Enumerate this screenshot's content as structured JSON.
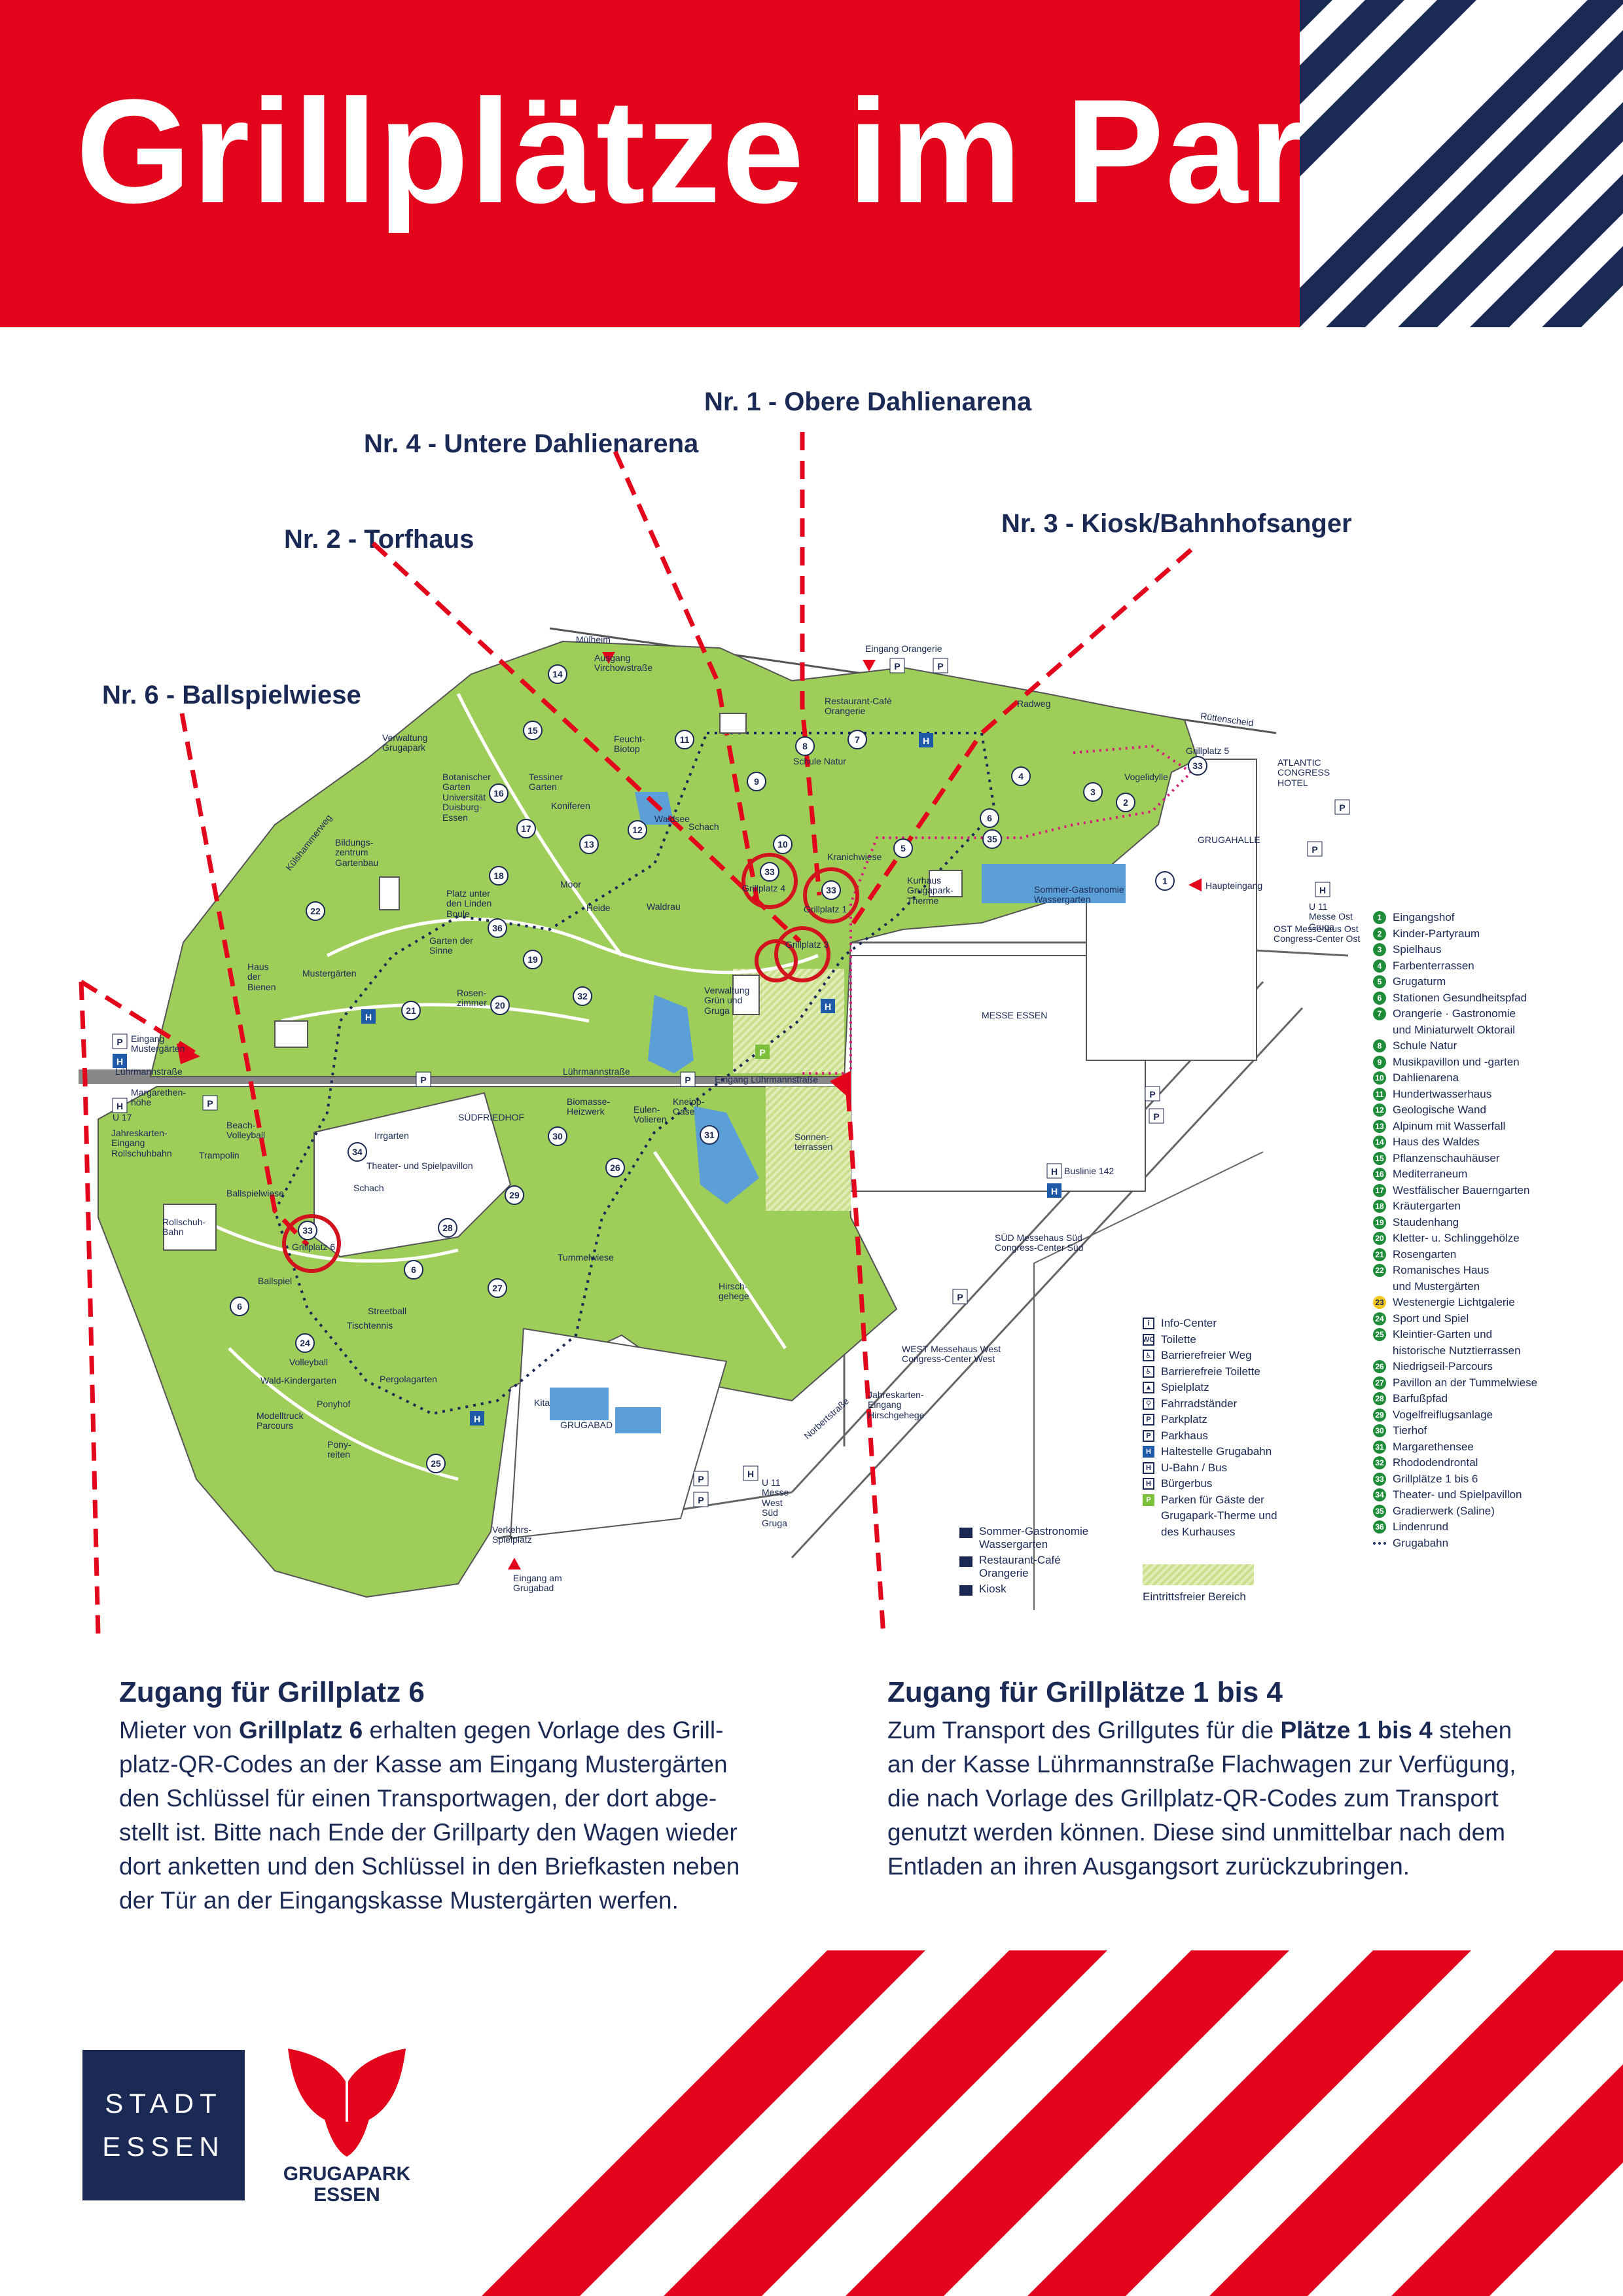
{
  "header": {
    "title": "Grillplätze im Park"
  },
  "callouts": {
    "nr1": "Nr. 1 - Obere Dahlienarena",
    "nr4": "Nr. 4 - Untere Dahlienarena",
    "nr2": "Nr. 2 - Torfhaus",
    "nr3": "Nr. 3 - Kiosk/Bahnhofsanger",
    "nr6": "Nr. 6 - Ballspielwiese"
  },
  "map_labels": {
    "muelheim": "Mülheim",
    "ausgang_virchow": "Ausgang Virchowstraße",
    "eingang_orangerie": "Eingang Orangerie",
    "restaurant_cafe": "Restaurant-Café Orangerie",
    "radweg": "Radweg",
    "ruettenscheid": "Rüttenscheid",
    "atlantic": "ATLANTIC CONGRESS HOTEL",
    "grugahalle": "GRUGAHALLE",
    "haupteingang": "Haupteingang",
    "messe_essen": "MESSE ESSEN",
    "verwaltung": "Verwaltung Grugapark",
    "feucht_biotop": "Feucht-Biotop",
    "schule_natur": "Schule Natur",
    "tessiner_garten": "Tessiner Garten",
    "botanischer_garten": "Botanischer Garten Universität Duisburg-Essen",
    "koniferen": "Koniferen",
    "waldsee": "Waldsee",
    "schach": "Schach",
    "kranichwiese": "Kranichwiese",
    "vogelidylle": "Vogelidylle",
    "grillplatz5": "Grillplatz 5",
    "kurhaus": "Kurhaus Grugapark-Therme",
    "sommer_gastro": "Sommer-Gastronomie Wassergarten",
    "bildungszentrum": "Bildungs-zentrum Gartenbau",
    "kuehlmannweg": "Külshammerweg",
    "moor": "Moor",
    "heide": "Heide",
    "waldrau": "Waldrau",
    "grillplatz4": "Grillplatz 4",
    "grillplatz1": "Grillplatz 1",
    "grillplatz3": "Grillplatz 3",
    "platz_unter_linden": "Platz unter den Linden Boule",
    "garten_sinne": "Garten der Sinne",
    "haus_bienen": "Haus der Bienen",
    "mustergaerten": "Mustergärten",
    "rosenzimmer": "Rosen-zimmer",
    "verwaltung_gruen": "Verwaltung Grün und Gruga",
    "eingang_mustergaerten": "Eingang Mustergärten",
    "luehrmannstrasse": "Lührmannstraße",
    "margarethenhoehe": "Margarethen-höhe",
    "u17": "U 17",
    "jahreskarten_rollschuh": "Jahreskarten-Eingang Rollschuhbahn",
    "beach_volley": "Beach-Volleyball",
    "trampolin": "Trampolin",
    "suedfriedhof": "SÜDFRIEDHOF",
    "biomasse": "Biomasse-Heizwerk",
    "eulen": "Eulen-Volieren",
    "kneipp": "Kneipp-Oase",
    "eingang_luehrmann": "Eingang Lührmannstraße",
    "sonnenterrassen": "Sonnen-terrassen",
    "buslinie": "Buslinie 142",
    "ballspielwiese": "Ballspielwiese",
    "irrgarten": "Irrgarten",
    "theater": "Theater- und Spielpavillon",
    "schach2": "Schach",
    "rollschuhbahn": "Rollschuh-Bahn",
    "grillplatz6": "Grillplatz 6",
    "ballspiel": "Ballspiel",
    "tummelwiese": "Tummelwiese",
    "streetball": "Streetball",
    "tischtennis": "Tischtennis",
    "hirschgehege": "Hirsch-gehege",
    "volleyball": "Volleyball",
    "waldkindergarten": "Wald-Kindergarten",
    "pergolagarten": "Pergolagarten",
    "modelltruck": "Modelltruck Parcours",
    "ponyhof": "Ponyhof",
    "ponyreiten": "Pony-reiten",
    "kita": "Kita",
    "grugabad": "GRUGABAD",
    "verkehrs_spielplatz": "Verkehrs-Spielplatz",
    "eingang_grugabad": "Eingang am Grugabad",
    "norbertstrasse": "Norbertstraße",
    "u11_west": "U 11 Messe West Süd Gruga",
    "sued": "SÜD Messehaus Süd Congress-Center Süd",
    "west": "WEST Messehaus West Congress-Center West",
    "jahreskarten_hirsch": "Jahreskarten-Eingang Hirschgehege",
    "ost": "OST Messehaus Ost Congress-Center Ost",
    "u11_ost": "U 11 Messe Ost Gruga"
  },
  "legend": [
    {
      "n": "1",
      "label": "Eingangshof",
      "style": "green"
    },
    {
      "n": "2",
      "label": "Kinder-Partyraum",
      "style": "green"
    },
    {
      "n": "3",
      "label": "Spielhaus",
      "style": "green"
    },
    {
      "n": "4",
      "label": "Farbenterrassen",
      "style": "green"
    },
    {
      "n": "5",
      "label": "Grugaturm",
      "style": "green"
    },
    {
      "n": "6",
      "label": "Stationen Gesundheitspfad",
      "style": "green"
    },
    {
      "n": "7",
      "label": "Orangerie · Gastronomie",
      "style": "green"
    },
    {
      "n": "",
      "label": "und Miniaturwelt Oktorail",
      "style": "none"
    },
    {
      "n": "8",
      "label": "Schule Natur",
      "style": "green"
    },
    {
      "n": "9",
      "label": "Musikpavillon und -garten",
      "style": "green"
    },
    {
      "n": "10",
      "label": "Dahlienarena",
      "style": "green"
    },
    {
      "n": "11",
      "label": "Hundertwasserhaus",
      "style": "green"
    },
    {
      "n": "12",
      "label": "Geologische Wand",
      "style": "green"
    },
    {
      "n": "13",
      "label": "Alpinum mit Wasserfall",
      "style": "green"
    },
    {
      "n": "14",
      "label": "Haus des Waldes",
      "style": "green"
    },
    {
      "n": "15",
      "label": "Pflanzenschauhäuser",
      "style": "green"
    },
    {
      "n": "16",
      "label": "Mediterraneum",
      "style": "green"
    },
    {
      "n": "17",
      "label": "Westfälischer Bauerngarten",
      "style": "green"
    },
    {
      "n": "18",
      "label": "Kräutergarten",
      "style": "green"
    },
    {
      "n": "19",
      "label": "Staudenhang",
      "style": "green"
    },
    {
      "n": "20",
      "label": "Kletter- u. Schlinggehölze",
      "style": "green"
    },
    {
      "n": "21",
      "label": "Rosengarten",
      "style": "green"
    },
    {
      "n": "22",
      "label": "Romanisches Haus",
      "style": "green"
    },
    {
      "n": "",
      "label": "und Mustergärten",
      "style": "none"
    },
    {
      "n": "23",
      "label": "Westenergie Lichtgalerie",
      "style": "yellow"
    },
    {
      "n": "24",
      "label": "Sport und Spiel",
      "style": "green"
    },
    {
      "n": "25",
      "label": "Kleintier-Garten und",
      "style": "green"
    },
    {
      "n": "",
      "label": "historische Nutztierrassen",
      "style": "none"
    },
    {
      "n": "26",
      "label": "Niedrigseil-Parcours",
      "style": "green"
    },
    {
      "n": "27",
      "label": "Pavillon an der Tummelwiese",
      "style": "green"
    },
    {
      "n": "28",
      "label": "Barfußpfad",
      "style": "green"
    },
    {
      "n": "29",
      "label": "Vogelfreiflugsanlage",
      "style": "green"
    },
    {
      "n": "30",
      "label": "Tierhof",
      "style": "green"
    },
    {
      "n": "31",
      "label": "Margarethensee",
      "style": "green"
    },
    {
      "n": "32",
      "label": "Rhododendrontal",
      "style": "green"
    },
    {
      "n": "33",
      "label": "Grillplätze 1 bis 6",
      "style": "green"
    },
    {
      "n": "34",
      "label": "Theater- und Spielpavillon",
      "style": "green"
    },
    {
      "n": "35",
      "label": "Gradierwerk (Saline)",
      "style": "green"
    },
    {
      "n": "36",
      "label": "Lindenrund",
      "style": "green"
    },
    {
      "n": "",
      "label": "Grugabahn",
      "style": "dots"
    }
  ],
  "symbol_legend": [
    {
      "icon": "i",
      "label": "Info-Center",
      "style": "plain"
    },
    {
      "icon": "WC",
      "label": "Toilette",
      "style": "plain"
    },
    {
      "icon": "♿",
      "label": "Barrierefreier Weg",
      "style": "plain"
    },
    {
      "icon": "♿",
      "label": "Barrierefreie Toilette",
      "style": "plain"
    },
    {
      "icon": "▲",
      "label": "Spielplatz",
      "style": "plain"
    },
    {
      "icon": "⚲",
      "label": "Fahrradständer",
      "style": "plain"
    },
    {
      "icon": "P",
      "label": "Parkplatz",
      "style": "plain"
    },
    {
      "icon": "P",
      "label": "Parkhaus",
      "style": "plain"
    },
    {
      "icon": "H",
      "label": "Haltestelle Grugabahn",
      "style": "blue"
    },
    {
      "icon": "H",
      "label": "U-Bahn / Bus",
      "style": "plain"
    },
    {
      "icon": "H",
      "label": "Bürgerbus",
      "style": "plain"
    },
    {
      "icon": "P",
      "label": "Parken für Gäste der",
      "style": "green"
    },
    {
      "icon": "",
      "label": "Grugapark-Therme und",
      "style": "none"
    },
    {
      "icon": "",
      "label": "des Kurhauses",
      "style": "none"
    }
  ],
  "gastro_legend": [
    {
      "label": "Sommer-Gastronomie",
      "label2": "Wassergarten"
    },
    {
      "label": "Restaurant-Café",
      "label2": "Orangerie"
    },
    {
      "label": "Kiosk",
      "label2": ""
    }
  ],
  "free_area_label": "Eintrittsfreier Bereich",
  "info_left": {
    "title": "Zugang für Grillplatz 6",
    "t1": "Mieter von ",
    "b1": "Grillplatz 6",
    "t2": " erhalten gegen Vorlage des Grill-",
    "l2": "platz-QR-Codes an der Kasse am Eingang Mustergärten",
    "l3": "den Schlüssel für einen Transportwagen, der dort abge-",
    "l4": "stellt ist. Bitte nach Ende der Grillparty den Wagen wieder",
    "l5": "dort anketten und den Schlüssel in den Briefkasten neben",
    "l6": "der Tür an der Eingangskasse Mustergärten werfen."
  },
  "info_right": {
    "title": "Zugang für Grillplätze 1 bis 4",
    "t1": "Zum Transport des Grillgutes für die ",
    "b1": "Plätze 1 bis 4",
    "t2": " stehen",
    "l2": "an der Kasse Lührmannstraße Flachwagen zur Verfügung,",
    "l3": "die nach Vorlage des Grillplatz-QR-Codes zum Transport",
    "l4": "genutzt werden können. Diese sind unmittelbar nach dem",
    "l5": "Entladen an ihren Ausgangsort zurückzubringen."
  },
  "logos": {
    "stadt_line1": "STADT",
    "stadt_line2": "ESSEN",
    "gruga_line1": "GRUGAPARK",
    "gruga_line2": "ESSEN"
  },
  "colors": {
    "brand_red": "#e3051b",
    "navy": "#1b2a55",
    "park_green": "#9fcd5a",
    "water_blue": "#5b9fd6"
  }
}
